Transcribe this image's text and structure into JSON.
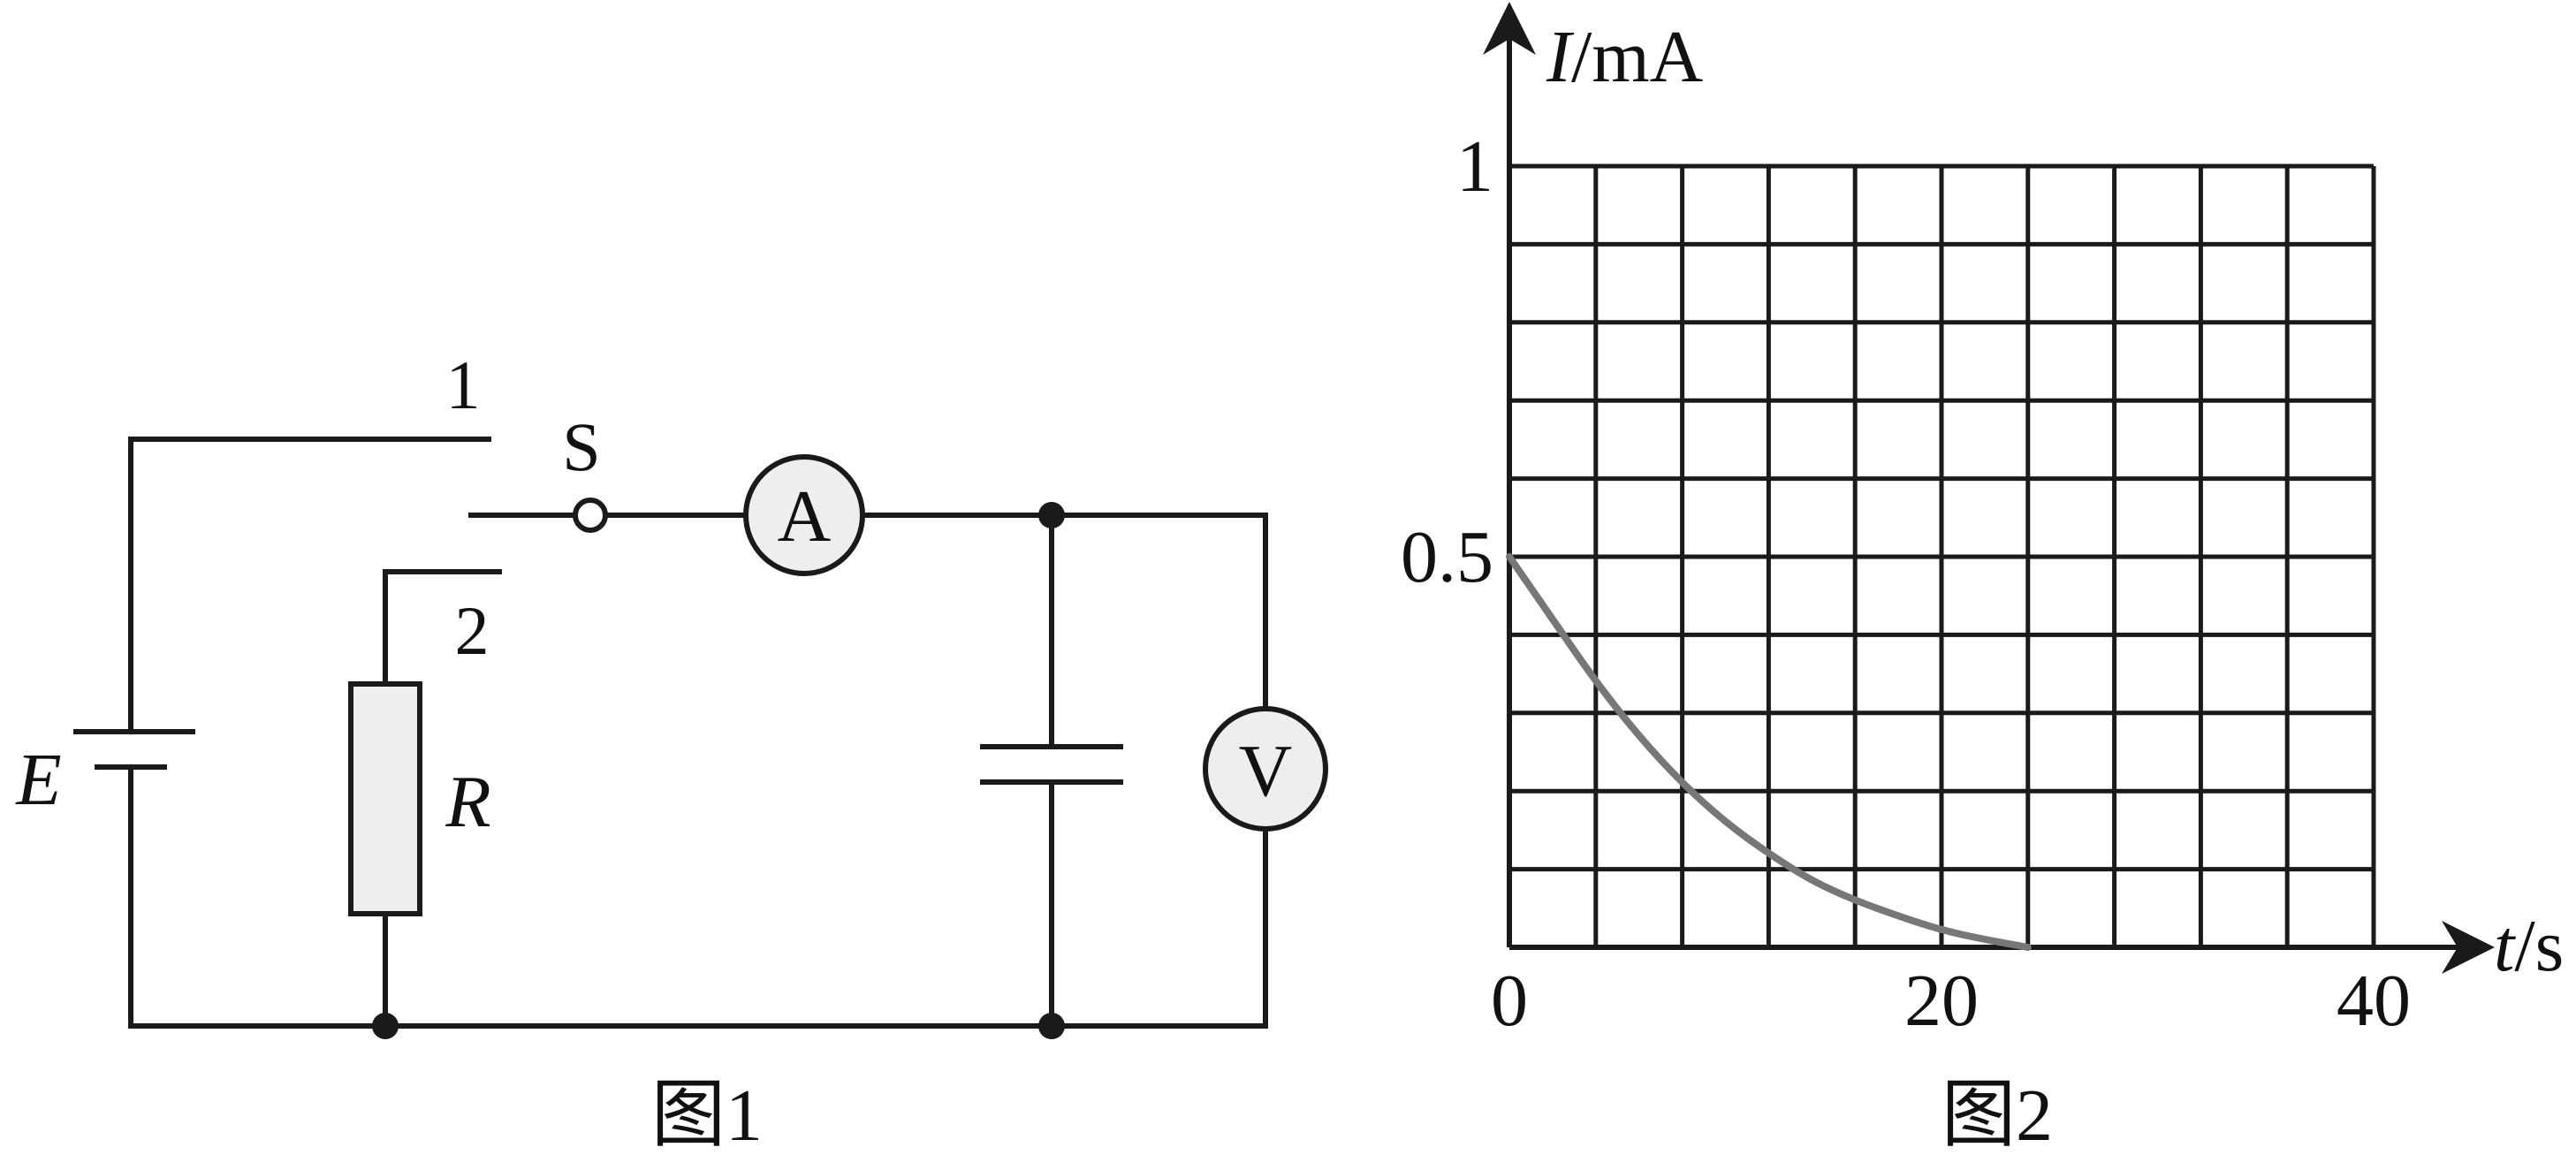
{
  "figure1": {
    "caption": "图1",
    "battery_label": "E",
    "resistor_label": "R",
    "switch_label": "S",
    "switch_pos_1": "1",
    "switch_pos_2": "2",
    "ammeter_symbol": "A",
    "voltmeter_symbol": "V",
    "colors": {
      "line": "#1a1a1a",
      "meter_fill": "#eeeeee",
      "resistor_fill": "#eeeeee"
    }
  },
  "figure2": {
    "caption": "图2",
    "chart_data": {
      "type": "line",
      "xlabel_italic": "t",
      "xlabel_unit": "/s",
      "ylabel_italic": "I",
      "ylabel_unit": "/mA",
      "xlim": [
        0,
        40
      ],
      "ylim": [
        0,
        1
      ],
      "x_ticks": [
        "0",
        "20",
        "40"
      ],
      "y_ticks": [
        "0.5",
        "1"
      ],
      "grid": true,
      "grid_divisions_x": 10,
      "grid_divisions_y": 10,
      "curve_color": "#777777",
      "series": [
        {
          "x": [
            0,
            2,
            4,
            6,
            8,
            10,
            12,
            14,
            16,
            18,
            20,
            22,
            24
          ],
          "y": [
            0.5,
            0.42,
            0.34,
            0.27,
            0.21,
            0.16,
            0.12,
            0.085,
            0.06,
            0.04,
            0.022,
            0.01,
            0.0
          ]
        }
      ]
    }
  }
}
